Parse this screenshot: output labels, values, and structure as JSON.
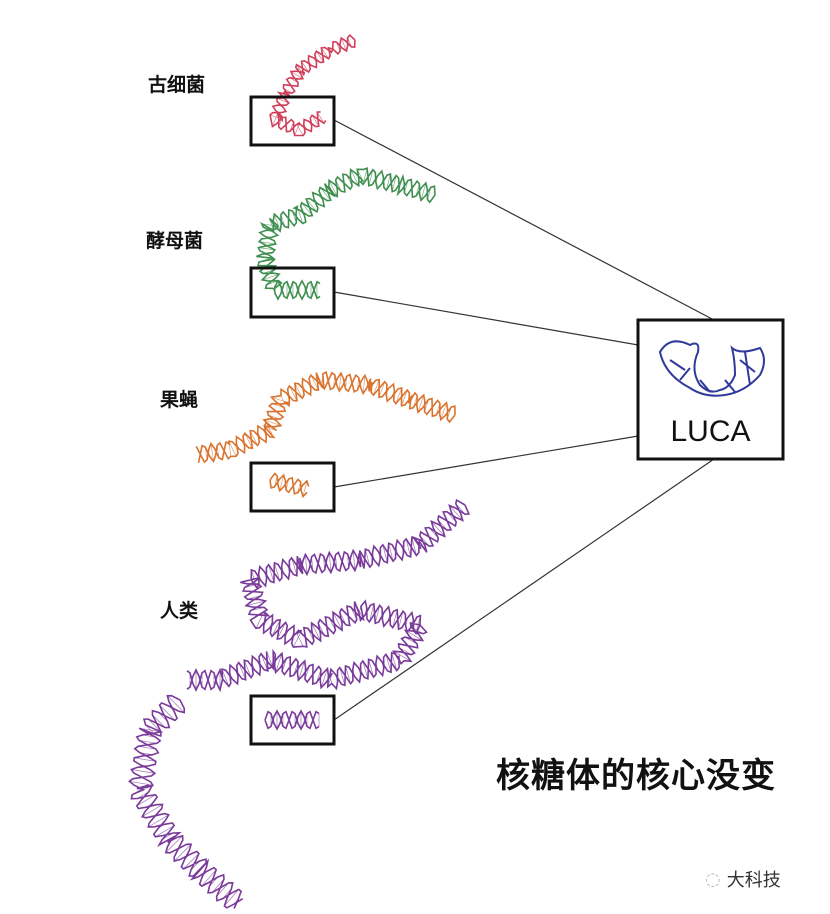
{
  "labels": {
    "archaea": "古细菌",
    "yeast": "酵母菌",
    "fly": "果蝇",
    "human": "人类"
  },
  "luca": "LUCA",
  "title": "核糖体的核心没变",
  "watermark": "大科技",
  "colors": {
    "archaea": "#d0405a",
    "yeast": "#3f8f4f",
    "fly": "#d9732e",
    "human": "#7a3a9a",
    "luca": "#2f3a9a"
  }
}
